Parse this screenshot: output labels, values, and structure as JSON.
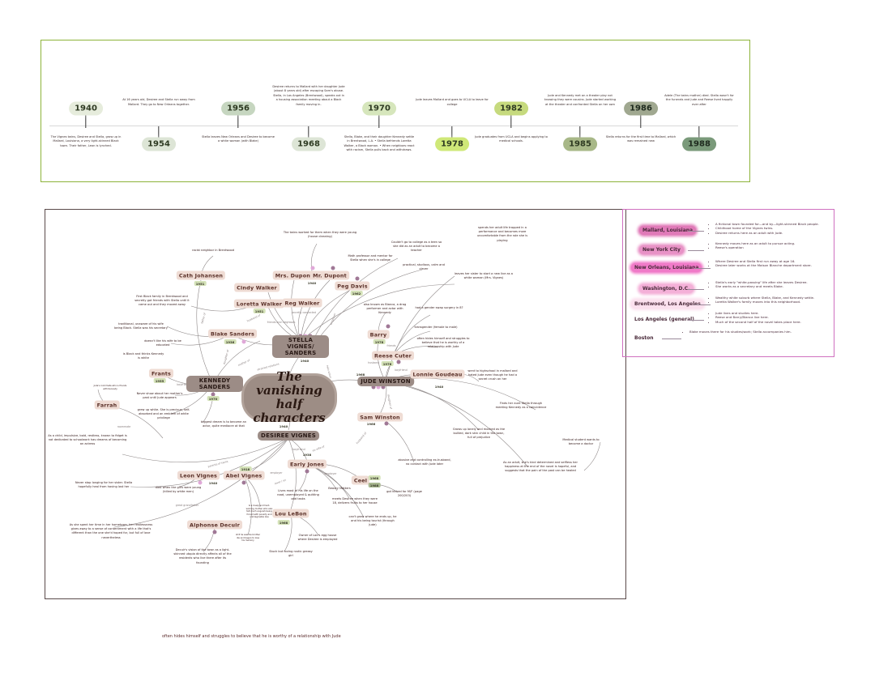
{
  "timeline": {
    "events": [
      {
        "year": "1940",
        "text": "The Vignes twins, Desiree and Stella, grow up in Mallard, Louisiana, a very light-skinned Black town. Their father, Leon is lynched.",
        "color": "#e6ecdc"
      },
      {
        "year": "1954",
        "text": "At 16 years old, Desiree and Stella run away from Mallard. They go to New Orleans together.",
        "color": "#dde5d6"
      },
      {
        "year": "1956",
        "text": "Stella leaves New Orleans and Desiree to become a white woman (with Blake)",
        "color": "#c6d6c0"
      },
      {
        "year": "1968",
        "text": "Desiree returns to Mallard with her daughter Jude (about 8 years old) after escaping Sam's abuse. Stella, in Los Angeles (Brentwood), speaks out in a housing association meeting about a Black family moving in.",
        "color": "#dde5d6"
      },
      {
        "year": "1970",
        "text": "Stella, Blake, and their daughter Kennedy settle in Brentwood, L.A. • Stella befriends Loretta Walker, a Black woman. • When neighbors react with racism, Stella pulls back and withdraws.",
        "color": "#d6e6bc"
      },
      {
        "year": "1978",
        "text": "Jude leaves Mallard and goes to UCLA to leave for college",
        "color": "#cfe878"
      },
      {
        "year": "1982",
        "text": "Jude graduates from UCLA and begins applying to medical schools.",
        "color": "#c6da7e"
      },
      {
        "year": "1985",
        "text": "Jude and Kennedy met on a theater play not knowing they were cousins. Jude started working at the theater and confronted Stella on her own",
        "color": "#a8b888"
      },
      {
        "year": "1986",
        "text": "Stella returns for the first time to Mallard, which was remained new",
        "color": "#a0a890"
      },
      {
        "year": "1988",
        "text": "Adele (The twins mother) died. Stella wasn't for the funerals and Jude and Reese lived happily ever after",
        "color": "#7a9a7a"
      }
    ]
  },
  "mindmap": {
    "title": "The vanishing half characters",
    "characters": {
      "stella": {
        "name": "Stella Vignes/ Sanders",
        "year": "1940"
      },
      "jude": {
        "name": "Jude Winston",
        "year": "1968"
      },
      "desiree": {
        "name": "Desiree Vignes",
        "year": "1940"
      },
      "kennedy": {
        "name": "Kennedy Sanders",
        "year": "1970"
      },
      "mrs_dupont": {
        "name": "Mrs. Dupont"
      },
      "mr_dupont": {
        "name": "Mr. Dupont",
        "year": "1940"
      },
      "peg": {
        "name": "Peg Davis",
        "year": "1962"
      },
      "cath": {
        "name": "Cath Johansen",
        "year": "1951"
      },
      "cindy": {
        "name": "Cindy Walker"
      },
      "loretta": {
        "name": "Loretta Walker",
        "year": "1951"
      },
      "reg": {
        "name": "Reg Walker"
      },
      "blake": {
        "name": "Blake Sanders",
        "year": "1936"
      },
      "frants": {
        "name": "Frants",
        "year": "1955"
      },
      "farrah": {
        "name": "Farrah"
      },
      "barry": {
        "name": "Barry",
        "year": "1978"
      },
      "reese": {
        "name": "Reese Cuter",
        "year": "1976"
      },
      "lonnie": {
        "name": "Lonnie Goudeau",
        "year": "1940"
      },
      "sam": {
        "name": "Sam Winston",
        "year": "1966"
      },
      "early": {
        "name": "Early Jones",
        "year": "1938"
      },
      "ceel": {
        "name": "Ceel",
        "year": "1968",
        "year2": "1988"
      },
      "leon": {
        "name": "Leon Vignes",
        "year": "1940"
      },
      "abel": {
        "name": "Abel Vignes",
        "year": "1918"
      },
      "alphonse": {
        "name": "Alphonse Decuir"
      },
      "lou": {
        "name": "Lou LeBon",
        "year": "1968"
      }
    },
    "notes": {
      "cath": "racist neighbor in Brentwood",
      "dupont": "The twins worked for them when they were young (house cleaning)",
      "peg": "Math professor and mentor for Stella when she's in college",
      "stella_college": "Couldn't go to college as a teen so she did as an adult to become a teacher",
      "stella_traits": "practical, studious, calm and clever",
      "stella_leaves": "leaves her sister to start a new live as a white woman (Mrs. Vignes)",
      "stella_adult": "spends her adult life trapped in a performance and becomes more uncomfortable from the role she is playing",
      "loretta": "First Black family in Brentwood and secretly got friends with Stella until it came out and they moved away",
      "blake_traits": "traditional, unaware of his wife being Black. Stella was his secretary",
      "blake_edu": "doesn't like his wife to be educated",
      "frants": "is Black and thinks Kennedy is white",
      "farrah": "Jude's roommate who is friends with Kennedy",
      "kennedy_past": "Never show about her mother's past until Jude appears",
      "kennedy_white": "grew up white. She is precious, self-absorbed and an emblem of white privilege",
      "kennedy_dream": "biggest dream is to become an actor, quite mediocre at that",
      "desiree_child": "As a child, impulsive, bold, restless, known to fidget is not dedicated to schoolwork has dreams of becoming an actress",
      "desiree_longing": "Never stop longing for her sister. Stella hopefully heal from having lost her",
      "desiree_adult": "As she spent her time in her hometown, her restlessness gives away to a sense of contentment with a life that's different than the one she'd hoped for, but full of love nevertheless",
      "leon": "died when the girls were young (killed by white men)",
      "abel": "Is a lovely and hard-working mother who also felt much anguish being forced with poverty and unimaginable loss",
      "alphonse_small": "At 8 he saw his brother die and began to lose his memory",
      "alphonse": "Decuir's vision of the town as a light-skinned utopia directly affects all of the residents who live there after its founding",
      "lou_girl": "Stuck but loving rustic greasy girl",
      "lou": "Owner of Lou's egg house where Desiree is employed",
      "early_road": "Lives most of his life on the road, unemployed & quitting odd tasks",
      "early_beauty": "Beauty Matters",
      "early_meets": "meets Desiree when they were 18, delivers fruits to her house",
      "early_jude": "can't grow where he ends up, he and his being tourist (through Jude)",
      "ceel": "got kicked for M/F (page 200/203)",
      "sam": "abusive and controlling ex-husband, no contact with Jude later",
      "jude_lonely": "Grows up lonely and mocked as the bullied, dark skin child in the town, full of prejudice",
      "jude_finds": "Finds her aunt Stella through meeting Kennedy as a coincidence",
      "jude_adult": "As an adult, she's kind determined and selfless her happiness at the end of the novel is hopeful, and suggests that the pain of the past can be healed",
      "jude_med": "Medical student wants to become a doctor",
      "lonnie": "went to highschool in mallard and hated Jude even though he had a secret crush on her",
      "reese_surgery": "had a gender swap surgery in 8?",
      "reese_trans": "transgender (female to male)",
      "reese_hides": "often hides himself and struggles to believe that he is worthy of a relationship with Jude",
      "barry": "also known as Bianca, a drag performer and actor with Kennedy"
    },
    "edge_labels": {
      "husband": "husband of",
      "friends_neighbors": "friends and neighbors",
      "secretly": "secretly connected",
      "employer_stella": "employer",
      "daughter_blake": "daughter of",
      "mother_of": "mother of",
      "strained": "strained relations",
      "twin": "twin sister",
      "father_of": "father of",
      "boyfriend_k": "boyfriend",
      "member_of": "member of",
      "ex_wife": "ex-wife of",
      "friends_barry": "friends",
      "boyfriend_r": "boyfriend",
      "husband_reese": "husband",
      "classmate": "bullied",
      "daughter_sam": "daughter of",
      "parents": "parents of twins",
      "employer_d": "employer",
      "boyfriend_e": "boyfriend",
      "employer_e": "employer",
      "great": "great grandfather",
      "lover": "lover / ex",
      "husband_sam": "husband of",
      "roommate": "roommate"
    }
  },
  "locations": {
    "items": [
      {
        "name": "Mallard, Louisiana",
        "color": "#e07ab8",
        "points": [
          "A fictional town founded for—and by—light-skinned Black people.",
          "Childhood home of the Vignes twins.",
          "Desiree returns here as an adult with Jude."
        ]
      },
      {
        "name": "New York City",
        "color": "#e892c6",
        "points": [
          "Kennedy moves here as an adult to pursue acting.",
          "Reese's operation"
        ]
      },
      {
        "name": "New Orleans, Louisiana",
        "color": "#f07ac8",
        "points": [
          "Where Desiree and Stella first run away at age 16.",
          "Desiree later works at the Maison Blanche department store."
        ]
      },
      {
        "name": "Washington, D.C.",
        "color": "#f4b0d8",
        "points": [
          "Stella's early \"white-passing\" life after she leaves Desiree.",
          "She works as a secretary and meets Blake."
        ]
      },
      {
        "name": "Brentwood, Los Angeles",
        "color": "#fbe0ee",
        "points": [
          "Wealthy white suburb where Stella, Blake, and Kennedy settle.",
          "Loretta Walker's family moves into this neighborhood."
        ]
      },
      {
        "name": "Los Angeles (general)",
        "color": "#ffffff",
        "points": [
          "Jude lives and studies here.",
          "Reese and Barry/Bianca live here.",
          "Much of the second half of the novel takes place here."
        ]
      },
      {
        "name": "Boston",
        "color": "#ffffff",
        "points": [
          "Blake moves there for his studies/work; Stella accompanies him."
        ]
      }
    ]
  },
  "bottom_note": "often hides himself and struggles to believe that he is worthy of a relationship with Jude",
  "colors": {
    "timeline_border": "#8db33a",
    "mindmap_border": "#5a4a4a",
    "locations_border": "#d070c0",
    "main_node": "#9c8c86",
    "node": "#efdcd4"
  }
}
